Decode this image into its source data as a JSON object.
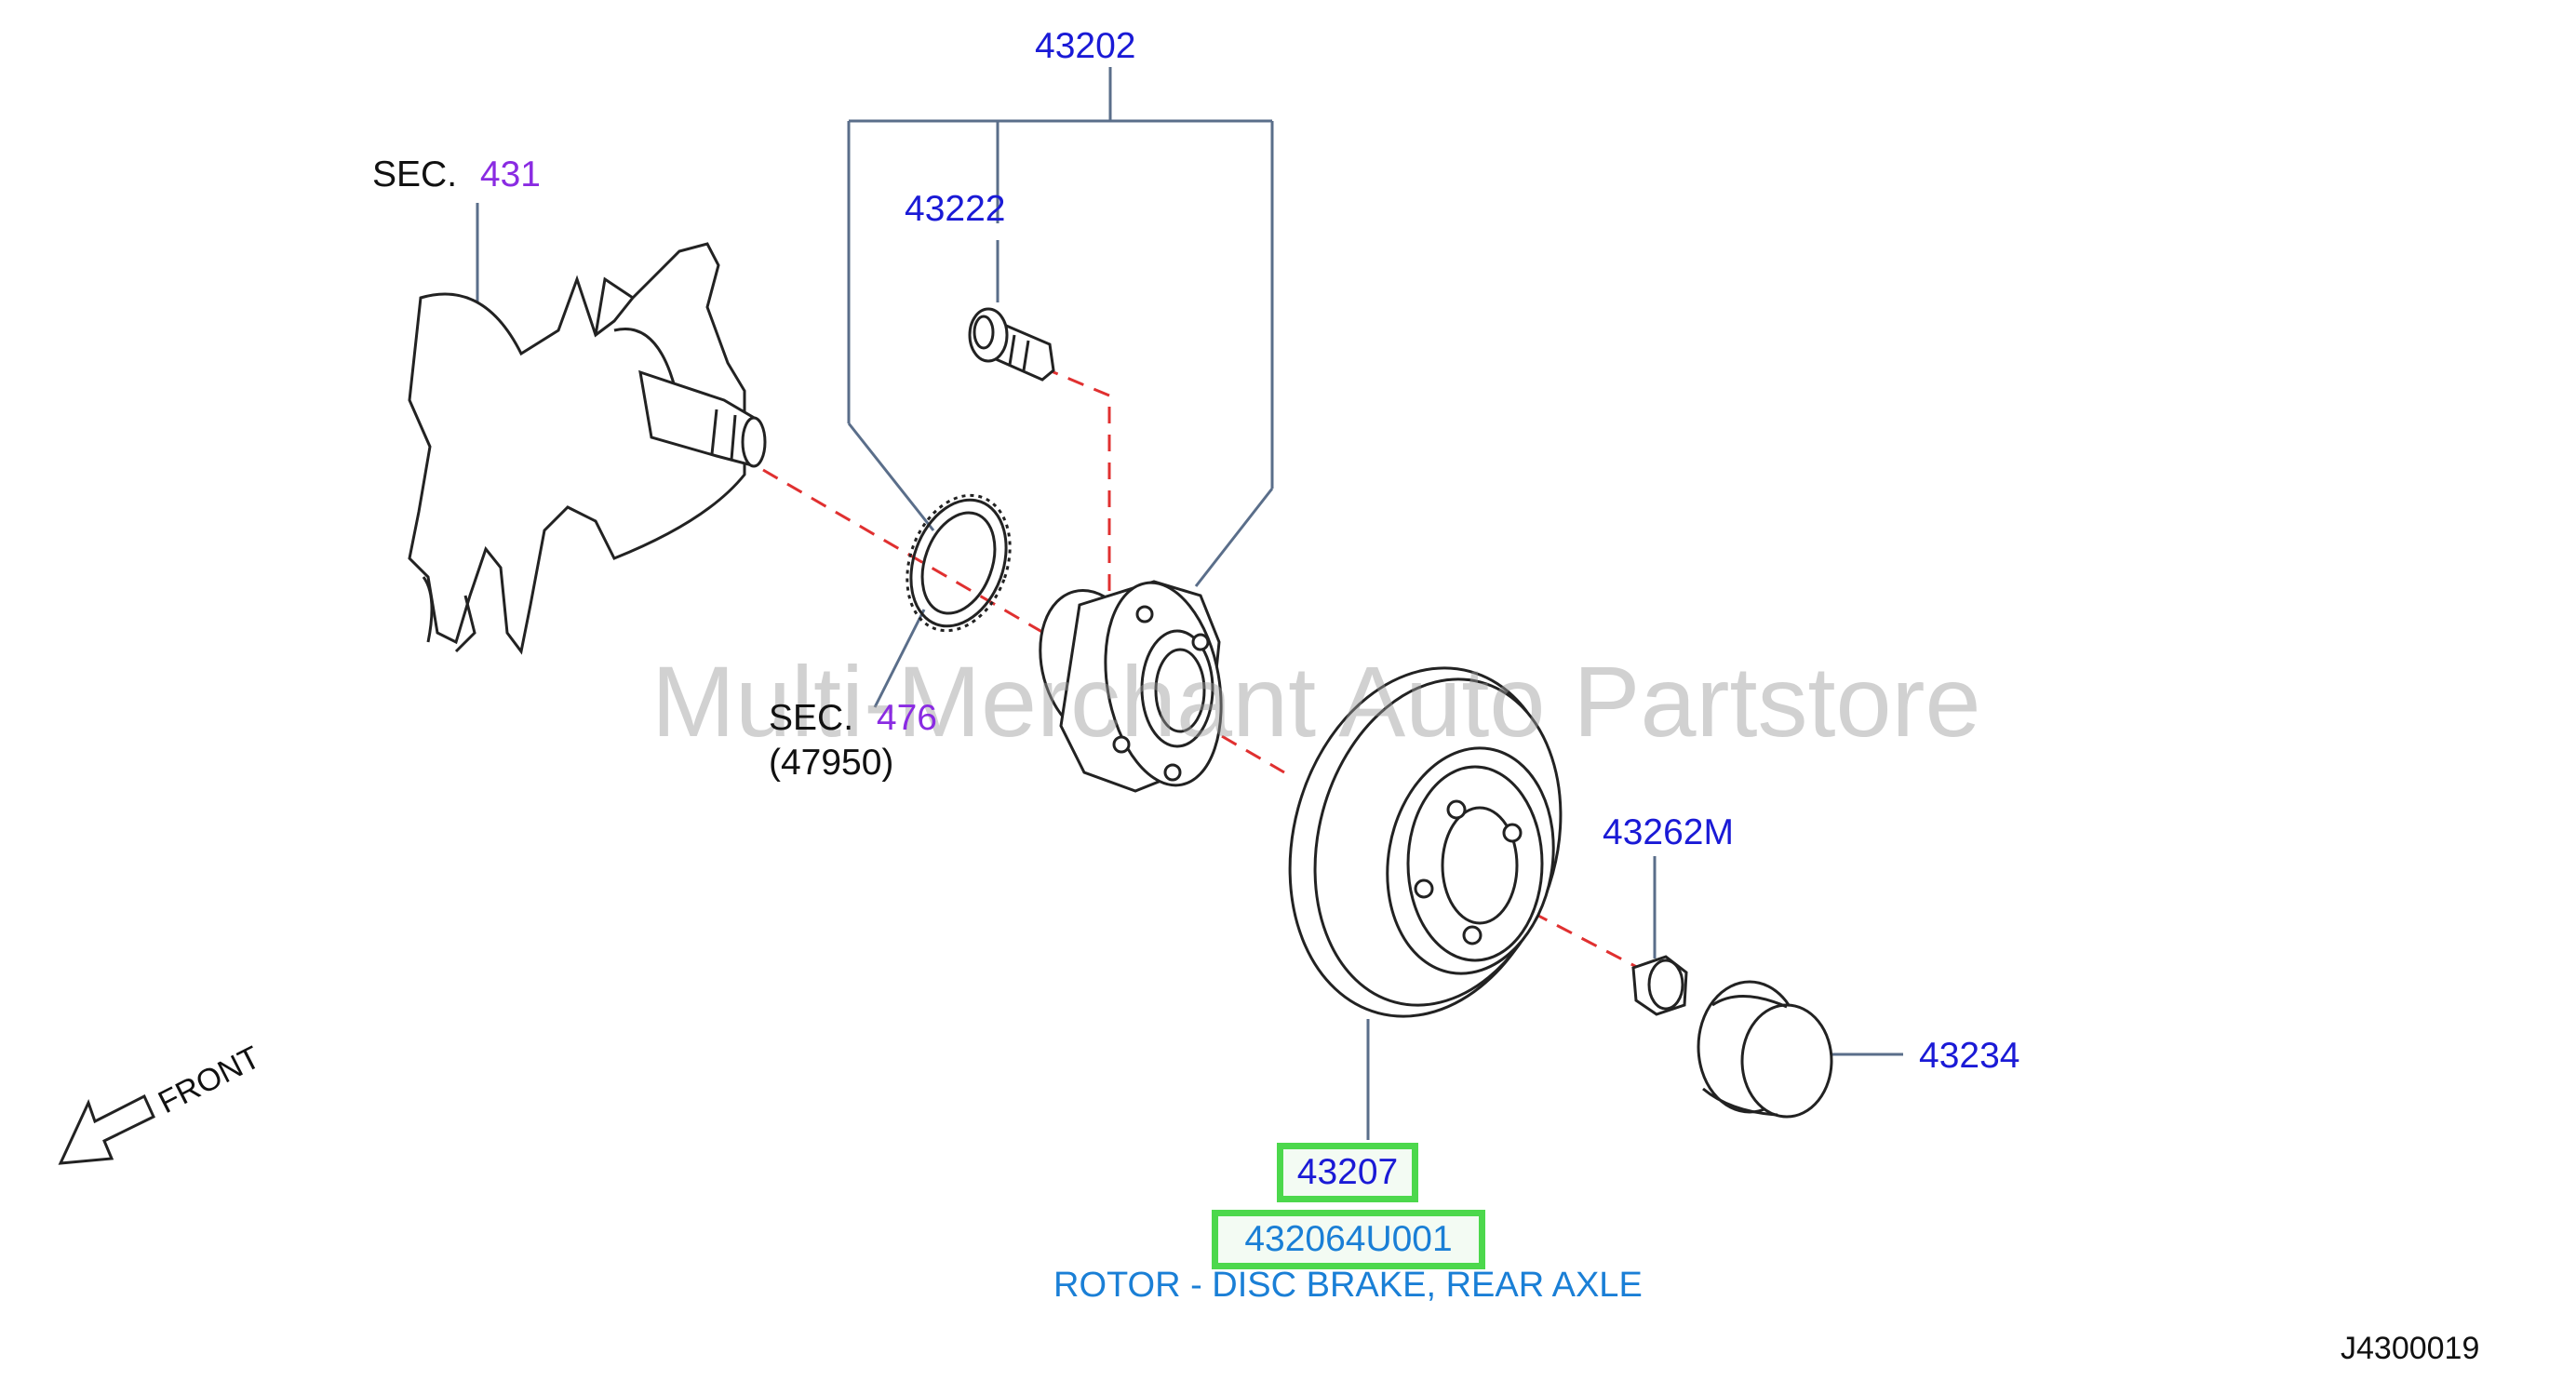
{
  "callouts": {
    "hub_assembly": "43202",
    "hub_bolt": "43222",
    "lock_nut": "43262M",
    "grease_cap": "43234",
    "rotor_ref": "43207"
  },
  "sections": {
    "knuckle_prefix": "SEC.",
    "knuckle_num": "431",
    "sensor_prefix": "SEC.",
    "sensor_num": "476",
    "sensor_sub": "(47950)"
  },
  "highlight": {
    "ref_number": "43207",
    "part_number": "432064U001",
    "description": "ROTOR - DISC BRAKE, REAR AXLE"
  },
  "front_label": "FRONT",
  "diagram_code": "J4300019",
  "watermark": "Multi-Merchant Auto Partstore",
  "colors": {
    "callout": "#1a1ad6",
    "section": "#8a2be2",
    "highlight_border": "#4cd84c",
    "description": "#1a7fd6",
    "centerline": "#e03030"
  }
}
